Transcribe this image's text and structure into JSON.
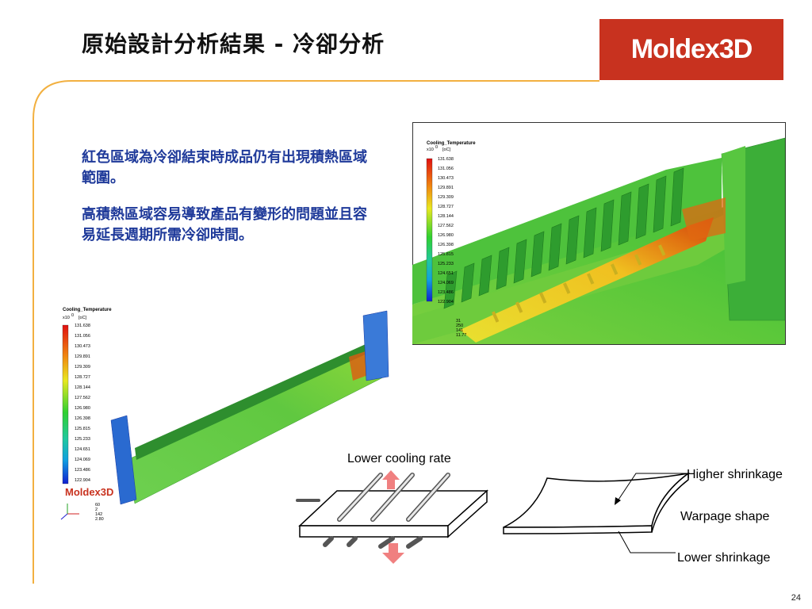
{
  "slide": {
    "title": "原始設計分析結果 - 冷卻分析",
    "page_number": "24"
  },
  "logo": {
    "text": "Moldex3D",
    "color": "#c8321f"
  },
  "body": {
    "paragraph_1": "紅色區域為冷卻結束時成品仍有出現積熱區域範圍。",
    "paragraph_2": "高積熱區域容易導致產品有變形的問題並且容易延長週期所需冷卻時間。"
  },
  "legend": {
    "title": "Cooling_Temperature",
    "unit_prefix": "x10",
    "unit_exp": "0",
    "unit": "[oC]",
    "values": [
      "131.638",
      "131.056",
      "130.473",
      "129.891",
      "129.309",
      "128.727",
      "128.144",
      "127.562",
      "126.980",
      "126.398",
      "125.815",
      "125.233",
      "124.651",
      "124.069",
      "123.486",
      "122.904"
    ]
  },
  "small_logo": "Moldex3D",
  "view_info": [
    "60",
    "2",
    "142",
    "2.80"
  ],
  "zoom_view_info": [
    "31",
    "250",
    "141",
    "11.77"
  ],
  "diagram": {
    "lower_cooling_rate": "Lower cooling rate",
    "higher_shrinkage": "Higher shrinkage",
    "warpage_shape": "Warpage shape",
    "lower_shrinkage": "Lower shrinkage"
  }
}
